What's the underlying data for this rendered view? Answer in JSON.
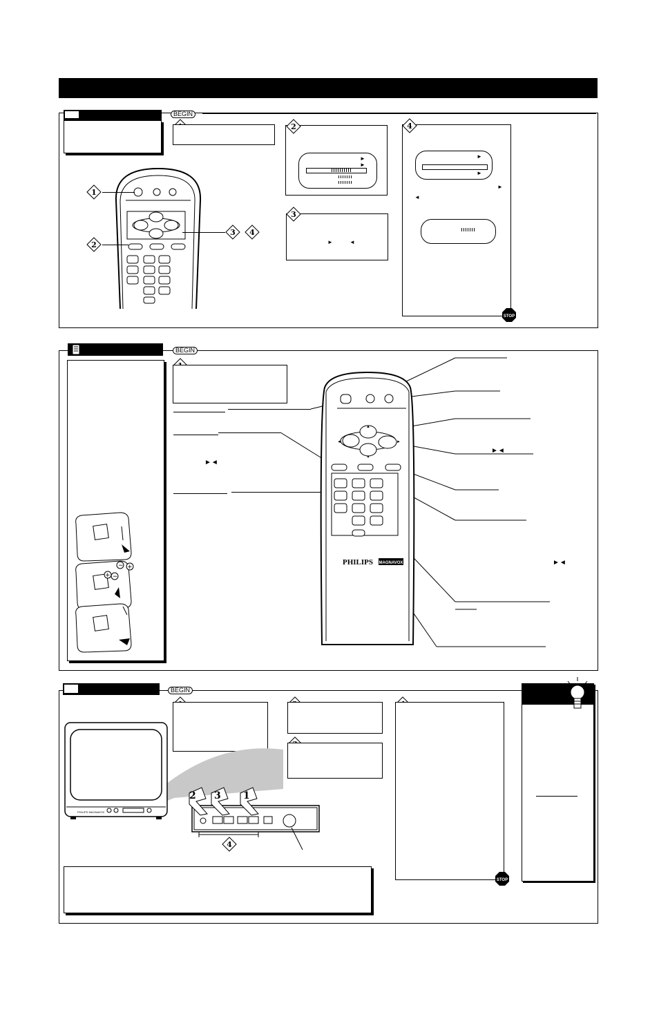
{
  "header": {
    "title": ""
  },
  "badges": {
    "begin": "BEGIN",
    "stop": "STOP"
  },
  "steps": [
    "1",
    "2",
    "3",
    "4"
  ],
  "arrows": {
    "right": "►",
    "left": "◄",
    "right_left": "►◄"
  },
  "remote": {
    "brand": "PHILIPS",
    "sub_brand": "MAGNAVOX"
  },
  "tv_front": {
    "brand_text": "PHILIPS MAGNAVOX"
  },
  "colors": {
    "ink": "#000000",
    "paper": "#ffffff",
    "gray_wedge": "#c8c8c8"
  }
}
